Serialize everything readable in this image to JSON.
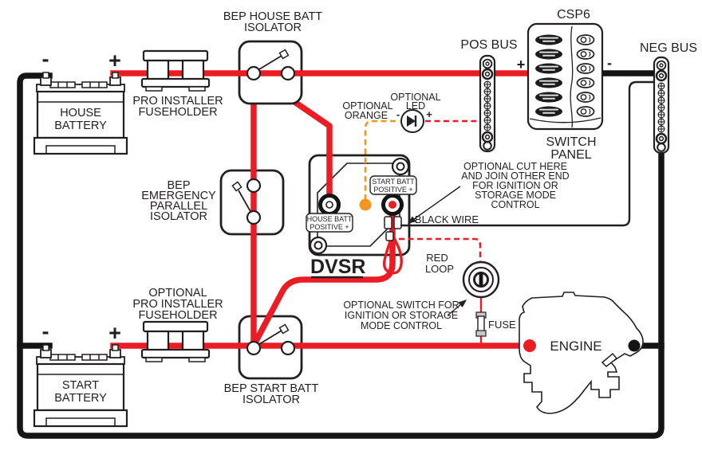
{
  "colors": {
    "wire_red": "#ec1c24",
    "wire_black": "#141414",
    "wire_orange": "#f7941d",
    "outline": "#231f20",
    "background": "#ffffff"
  },
  "labels": {
    "house_battery": [
      "HOUSE",
      "BATTERY"
    ],
    "start_battery": [
      "START",
      "BATTERY"
    ],
    "battery_neg": "-",
    "battery_pos": "+",
    "fuseholder_top": [
      "PRO INSTALLER",
      "FUSEHOLDER"
    ],
    "fuseholder_bottom": [
      "OPTIONAL",
      "PRO INSTALLER",
      "FUSEHOLDER"
    ],
    "house_isolator": [
      "BEP HOUSE BATT",
      "ISOLATOR"
    ],
    "parallel_isolator": [
      "BEP",
      "EMERGENCY",
      "PARALLEL",
      "ISOLATOR"
    ],
    "start_isolator": [
      "BEP START BATT",
      "ISOLATOR"
    ],
    "pos_bus": "POS BUS",
    "neg_bus": "NEG BUS",
    "panel_title": "CSP6",
    "switch_panel": [
      "SWITCH",
      "PANEL"
    ],
    "panel_plus": "+",
    "panel_minus": "-",
    "dvsr": "DVSR",
    "dvsr_house_terminal": [
      "HOUSE BATT",
      "POSITIVE +"
    ],
    "dvsr_start_terminal": [
      "START BATT",
      "POSITIVE +"
    ],
    "optional_orange": [
      "OPTIONAL",
      "ORANGE"
    ],
    "optional_led": [
      "OPTIONAL",
      "LED"
    ],
    "led_minus": "-",
    "led_plus": "+",
    "cut_here_note": [
      "OPTIONAL CUT HERE",
      "AND JOIN OTHER END",
      "FOR IGNITION OR",
      "STORAGE MODE",
      "CONTROL"
    ],
    "black_wire": "BLACK WIRE",
    "red_loop": [
      "RED",
      "LOOP"
    ],
    "switch_note": [
      "OPTIONAL SWITCH FOR",
      "IGNITION OR STORAGE",
      "MODE CONTROL"
    ],
    "fuse": "FUSE",
    "engine": "ENGINE"
  }
}
